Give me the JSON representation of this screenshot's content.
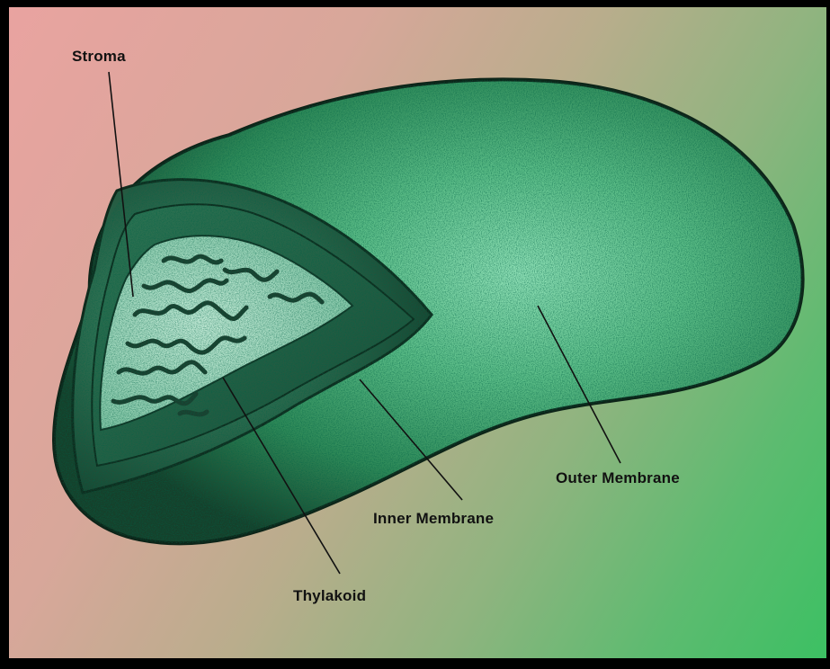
{
  "labels": {
    "stroma": "Stroma",
    "outer_membrane": "Outer Membrane",
    "inner_membrane": "Inner Membrane",
    "thylakoid": "Thylakoid"
  },
  "colors": {
    "background_left": "#e9a3a0",
    "background_right": "#3cc063",
    "organelle_green": "#3f9c67",
    "organelle_dark": "#1f5a3c",
    "organelle_light": "#8fe0b6"
  }
}
